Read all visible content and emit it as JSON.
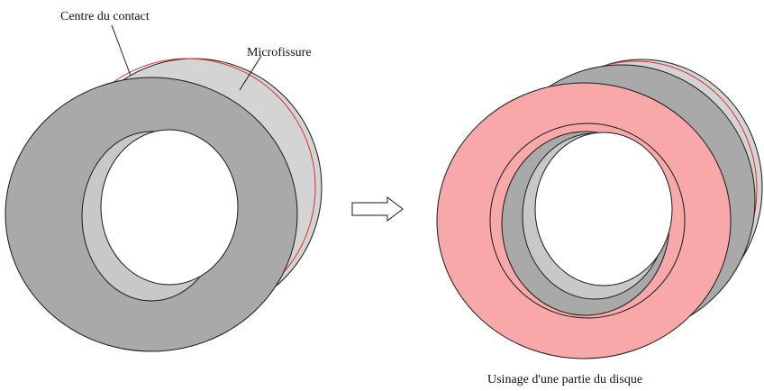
{
  "labels": {
    "contact_center": "Centre du contact",
    "microcrack": "Microfissure",
    "machining": "Usinage d'une partie du disque"
  },
  "colors": {
    "ring_face": "#a9a9a9",
    "ring_side": "#d4d4d4",
    "ring_bore": "#c8c8c8",
    "machined_face": "#f8a8a8",
    "crack_line": "#d93030",
    "outline": "#1a1a1a",
    "background": "#ffffff"
  },
  "icons": {
    "transition_arrow": "right-arrow-outline-icon"
  }
}
